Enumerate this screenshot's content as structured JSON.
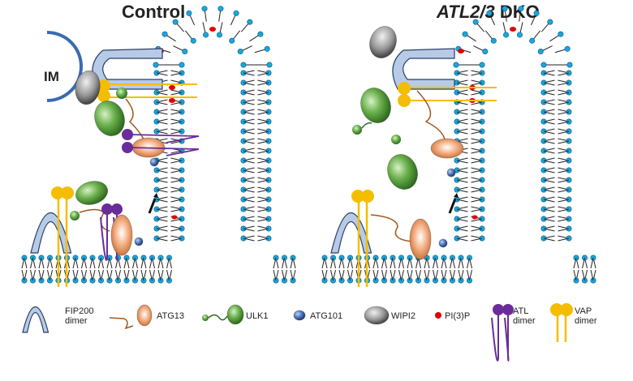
{
  "panels": {
    "left_title": "Control",
    "right_title_italic": "ATL2/3",
    "right_title_rest": " DKO",
    "im_label": "IM"
  },
  "legend": {
    "fip200": "FIP200",
    "fip200_2": "dimer",
    "atg13": "ATG13",
    "ulk1": "ULK1",
    "atg101": "ATG101",
    "wipi2": "WIPI2",
    "pi3p": "PI(3)P",
    "atl": "ATL",
    "atl_2": "dimer",
    "vap": "VAP",
    "vap_2": "dimer"
  },
  "colors": {
    "lipid_head": "#1aa6dd",
    "pi3p": "#e00000",
    "fip200": "#b7cbe6",
    "atg13": "#f0a070",
    "ulk1": "#6ab04c",
    "atg101": "#4a72b8",
    "wipi2": "#999999",
    "atl": "#6a2c9a",
    "vap": "#f5bd00",
    "im": "#3a6ab0"
  }
}
